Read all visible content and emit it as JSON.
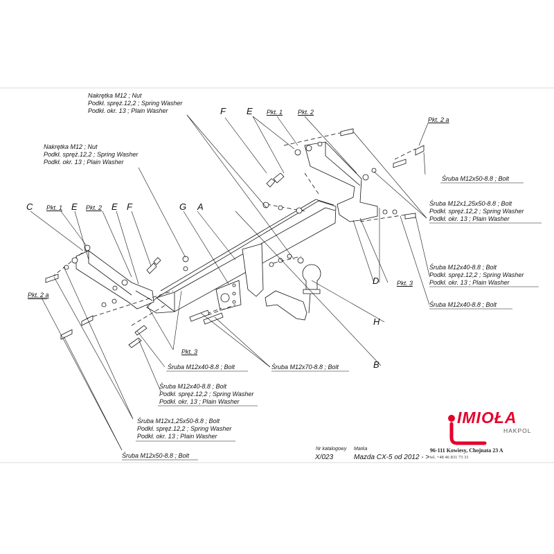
{
  "labels": {
    "nut_top_1": "Nakrętka  M12 ; Nut",
    "nut_top_2": "Podkł. spręż.12,2 ; Spring Washer",
    "nut_top_3": "Podkł. okr. 13 ; Plain Washer",
    "nut_left_1": "Nakrętka  M12 ; Nut",
    "nut_left_2": "Podkł. spręż.12,2 ; Spring Washer",
    "nut_left_3": "Podkł. okr. 13 ; Plain Washer",
    "right_bolt_a": "Śruba M12x50-8.8 ;  Bolt",
    "right_bolt_b_1": "Śruba M12x1,25x50-8.8 ;  Bolt",
    "right_bolt_b_2": "Podkł. spręż.12,2 ; Spring Washer",
    "right_bolt_b_3": "Podkł. okr. 13 ; Plain Washer",
    "right_bolt_c_1": "Śruba M12x40-8.8 ;  Bolt",
    "right_bolt_c_2": "Podkł. spręż.12,2 ; Spring Washer",
    "right_bolt_c_3": "Podkł. okr. 13 ; Plain Washer",
    "right_bolt_d": "Śruba M12x40-8.8 ;  Bolt",
    "bottom_bolt_a": "Śruba M12x40-8.8 ;  Bolt",
    "bottom_bolt_b": "Śruba M12x70-8.8 ;  Bolt",
    "bottom_bolt_c_1": "Śruba M12x40-8.8 ;  Bolt",
    "bottom_bolt_c_2": "Podkł. spręż.12,2 ; Spring Washer",
    "bottom_bolt_c_3": "Podkł. okr. 13 ; Plain Washer",
    "bottom_bolt_d_1": "Śruba M12x1,25x50-8.8 ;  Bolt",
    "bottom_bolt_d_2": "Podkł. spręż.12,2 ; Spring Washer",
    "bottom_bolt_d_3": "Podkł. okr. 13 ; Plain Washer",
    "bottom_bolt_e": "Śruba M12x50-8.8 ;  Bolt"
  },
  "letters": {
    "F_top": "F",
    "E_top": "E",
    "C": "C",
    "E_left": "E",
    "F_left": "F",
    "G": "G",
    "A": "A",
    "D": "D",
    "H": "H",
    "B": "B"
  },
  "pkt": {
    "pkt1_top": "Pkt. 1",
    "pkt2_top": "Pkt. 2",
    "pkt2a_top": "Pkt. 2 a",
    "pkt1_left": "Pkt. 1",
    "pkt2_left": "Pkt. 2",
    "pkt2a_left": "Pkt. 2 a",
    "pkt3_right": "Pkt. 3",
    "pkt3_bottom": "Pkt. 3"
  },
  "logo": {
    "brand": "IMIOŁA",
    "sub": "HAKPOL",
    "address": "96-111 Kowiesy, Chojnata 23 A",
    "tel": "tel. +48 46 831 73 31",
    "accent": "#e4002b"
  },
  "title_block": {
    "catalog_label": "Nr katalogowy",
    "catalog_value": "X/023",
    "make_label": "Marka",
    "make_value": "Mazda CX-5   od  2012 - >"
  }
}
